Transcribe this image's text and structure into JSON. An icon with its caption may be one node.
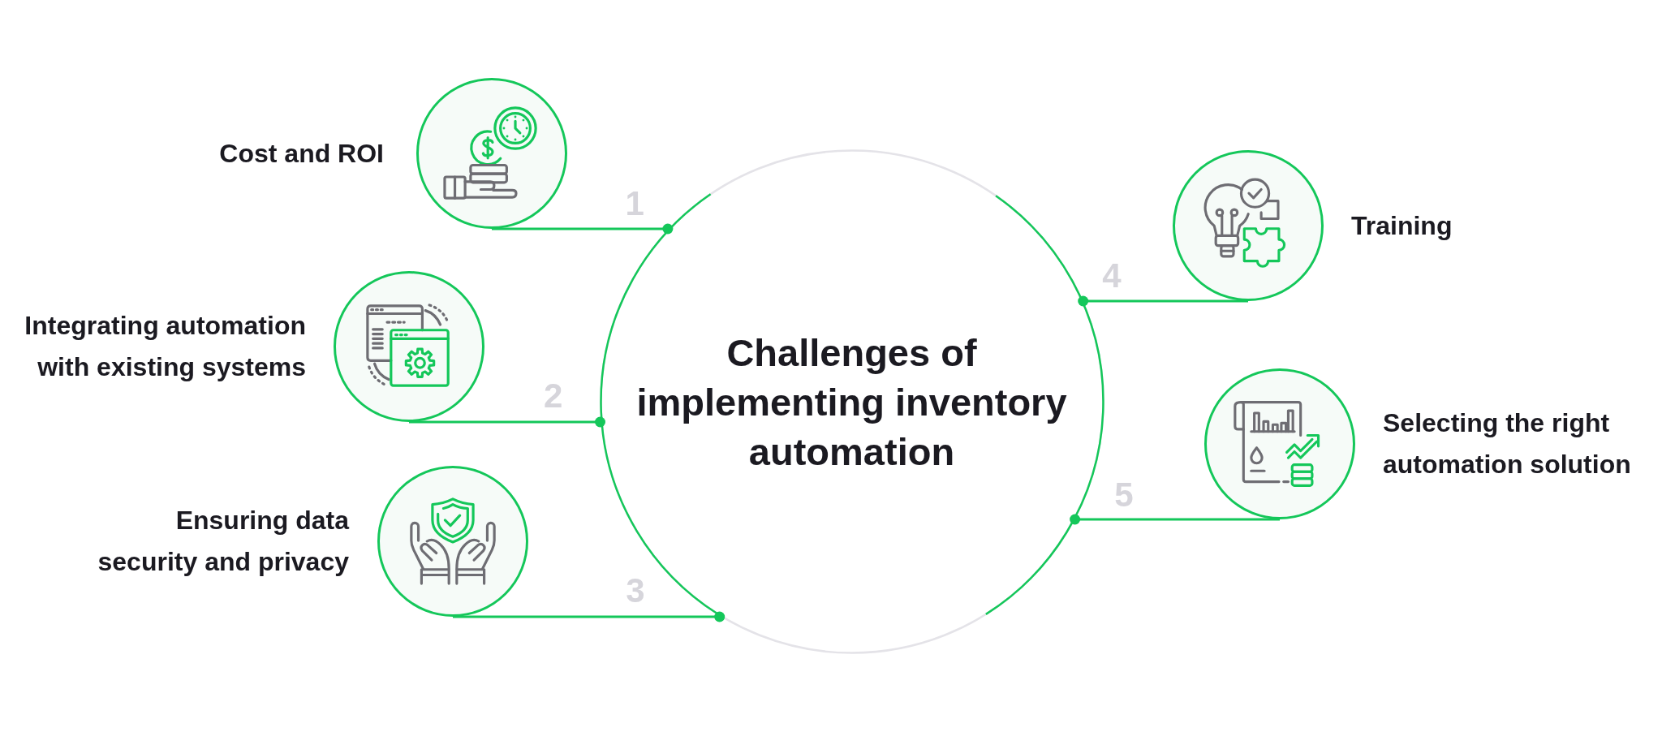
{
  "diagram": {
    "nodes": [
      {
        "text": [
          "Challenges of implementing inventory automation"
        ]
      },
      {
        "text": [
          "Cost and ROI"
        ]
      },
      {
        "text": [
          "Integrating automation with existing systems"
        ]
      },
      {
        "text": [
          "Ensuring data security and privacy"
        ]
      },
      {
        "text": [
          "Training"
        ]
      },
      {
        "text": [
          "Selecting the right automation solution"
        ]
      }
    ],
    "edges": [
      {
        "from": 1,
        "to": 0,
        "arrow": "other",
        "label": "1"
      },
      {
        "from": 2,
        "to": 0,
        "arrow": "other",
        "label": "2"
      },
      {
        "from": 3,
        "to": 0,
        "arrow": "other",
        "label": "3"
      },
      {
        "from": 4,
        "to": 0,
        "arrow": "other",
        "label": "4"
      },
      {
        "from": 5,
        "to": 0,
        "arrow": "other",
        "label": "5"
      }
    ]
  }
}
